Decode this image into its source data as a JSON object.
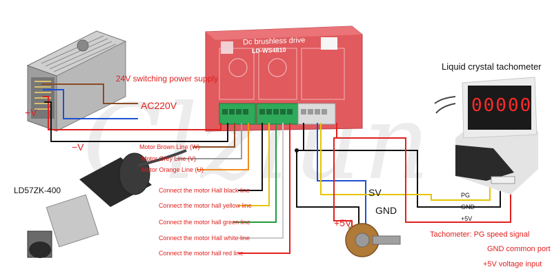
{
  "watermark": "Clzlun",
  "power_supply": {
    "title": "24V switching power supply",
    "ac_label": "AC220V",
    "plus_label": "+V",
    "minus_label": "−V"
  },
  "driver": {
    "title": "Dc brushless drive",
    "model": "LD-WS4810"
  },
  "motor": {
    "model": "LD57ZK-400",
    "wires": [
      "Motor Brown Line (W)",
      "Motor Grey Line (V)",
      "Motor Orange Line (U)"
    ],
    "hall_wires": [
      "Connect the motor Hall black line",
      "Connect the motor hall yellow line",
      "Connect the motor hall green line",
      "Connect the motor Hall white line",
      "Connect the motor hall red line"
    ]
  },
  "potentiometer": {
    "sv": "SV",
    "gnd": "GND",
    "plus5v": "+5V"
  },
  "tachometer": {
    "title": "Liquid crystal tachometer",
    "digits": "00000",
    "pins": [
      "PG",
      "GND",
      "+5V"
    ],
    "notes": [
      "Tachometer: PG speed signal",
      "GND common port",
      "+5V voltage input"
    ]
  },
  "colors": {
    "label_red": "#e0201e",
    "driver_body": "#e05a5e",
    "terminal_green": "#2eaa5a",
    "wire_brown": "#8a4a22",
    "wire_grey": "#9a9a9a",
    "wire_orange": "#f08a1c",
    "wire_black": "#111111",
    "wire_yellow": "#e6c400",
    "wire_green": "#1f9a3a",
    "wire_white": "#d8d8d8",
    "wire_red": "#e0201e",
    "wire_blue": "#1f4fd0"
  }
}
